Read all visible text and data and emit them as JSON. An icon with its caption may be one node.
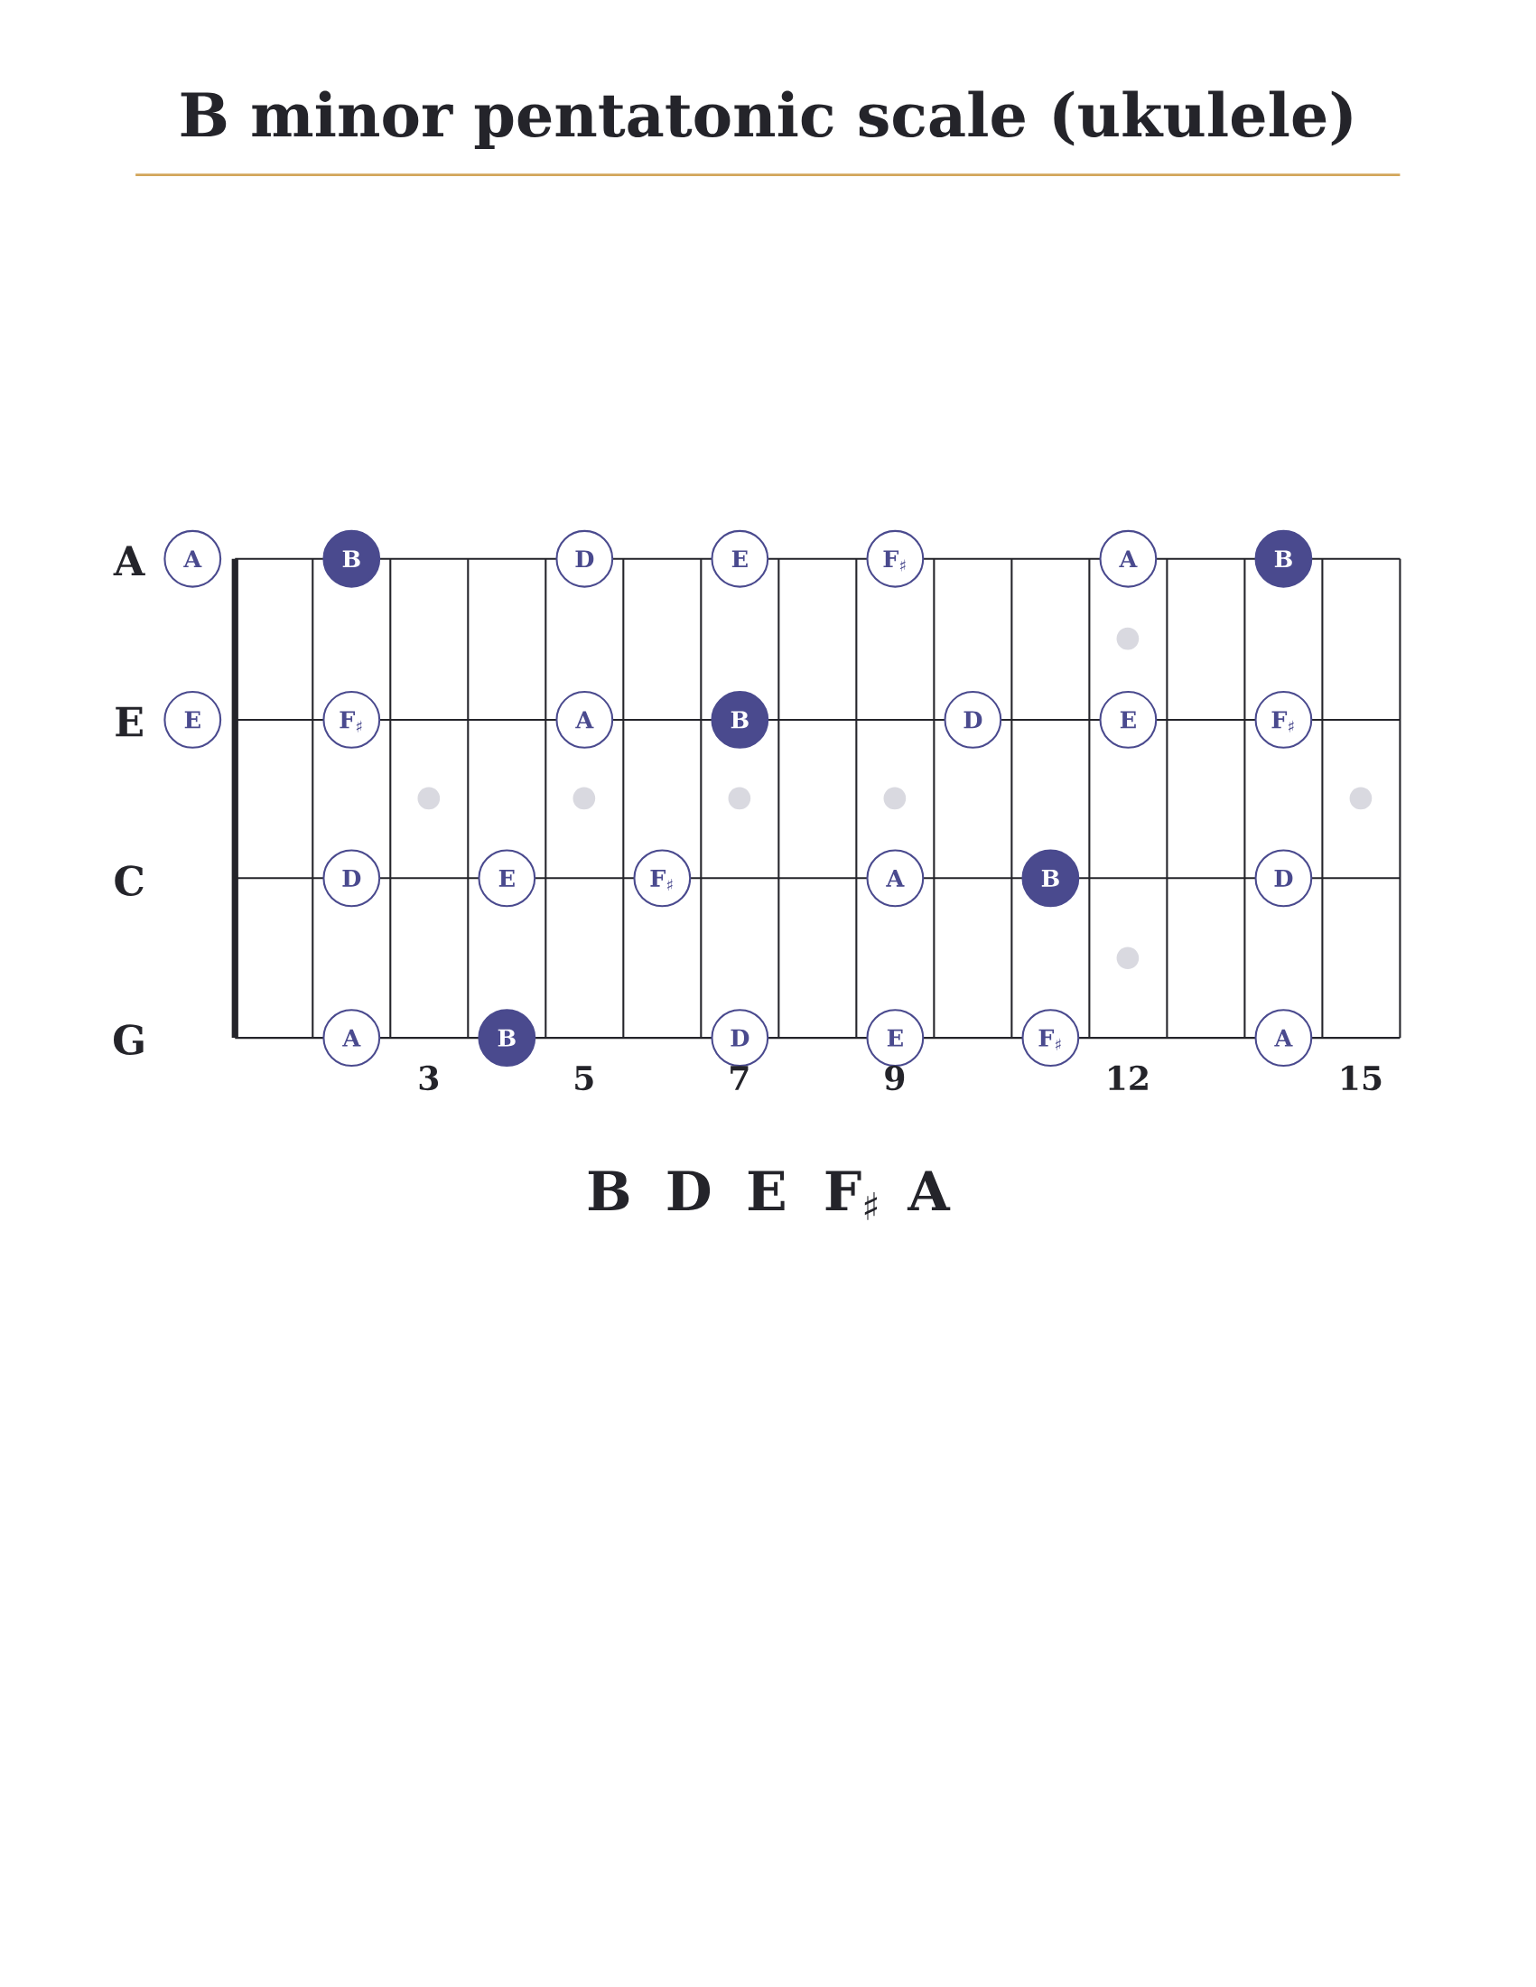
{
  "diagram": {
    "title": "B minor pentatonic scale (ukulele)",
    "nodes": [
      {
        "text": [
          "A"
        ]
      },
      {
        "text": [
          "B"
        ]
      },
      {
        "text": [
          "D"
        ]
      },
      {
        "text": [
          "E"
        ]
      },
      {
        "text": [
          "F$_{♯}$"
        ]
      },
      {
        "text": [
          "A"
        ]
      },
      {
        "text": [
          "B"
        ]
      },
      {
        "text": [
          "E"
        ]
      },
      {
        "text": [
          "F$_{♯}$"
        ]
      },
      {
        "text": [
          "A"
        ]
      },
      {
        "text": [
          "B"
        ]
      },
      {
        "text": [
          "D"
        ]
      },
      {
        "text": [
          "E"
        ]
      },
      {
        "text": [
          "F$_{♯}$"
        ]
      },
      {
        "text": [
          "D"
        ]
      },
      {
        "text": [
          "E"
        ]
      },
      {
        "text": [
          "F$_{♯}$"
        ]
      },
      {
        "text": [
          "A"
        ]
      },
      {
        "text": [
          "B"
        ]
      },
      {
        "text": [
          "D"
        ]
      },
      {
        "text": [
          "A"
        ]
      },
      {
        "text": [
          "B"
        ]
      },
      {
        "text": [
          "D"
        ]
      },
      {
        "text": [
          "E"
        ]
      },
      {
        "text": [
          "F$_{♯}$"
        ]
      },
      {
        "text": [
          "A"
        ]
      }
    ],
    "labels": [
      "A",
      "E",
      "C",
      "G",
      "3",
      "5",
      "7",
      "9",
      "12",
      "15",
      "B",
      "D",
      "E",
      "F$_{♯}$",
      "A"
    ]
  }
}
